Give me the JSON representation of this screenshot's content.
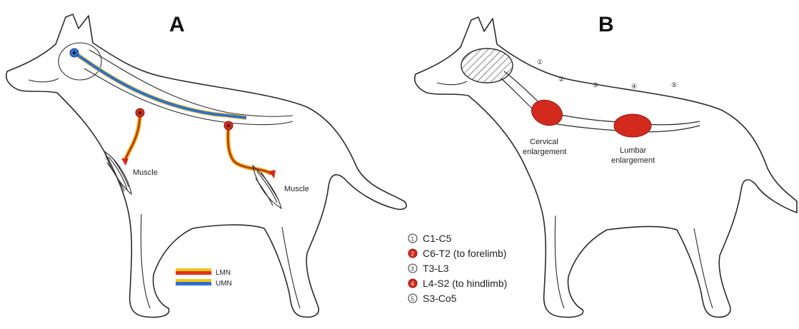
{
  "panels": {
    "a": {
      "letter": "A",
      "muscle_label_fore": "Muscle",
      "muscle_label_hind": "Muscle",
      "legend": [
        {
          "label": "LMN",
          "color_top": "#f6c21a",
          "color_bottom": "#e0321f"
        },
        {
          "label": "UMN",
          "color_top": "#f6c21a",
          "color_bottom": "#2f6fd0"
        }
      ]
    },
    "b": {
      "letter": "B",
      "segment_numbers": [
        "①",
        "②",
        "③",
        "④",
        "⑤"
      ],
      "cervical_label": [
        "Cervical",
        "enlargement"
      ],
      "lumbar_label": [
        "Lumbar",
        "enlargement"
      ],
      "legend": [
        {
          "num": "①",
          "text": "C1-C5",
          "filled": false
        },
        {
          "num": "②",
          "text": "C6-T2 (to forelimb)",
          "filled": true
        },
        {
          "num": "③",
          "text": "T3-L3",
          "filled": false
        },
        {
          "num": "④",
          "text": "L4-S2 (to hindlimb)",
          "filled": true
        },
        {
          "num": "⑤",
          "text": "S3-Co5",
          "filled": false
        }
      ]
    }
  },
  "colors": {
    "lmn_red": "#d42a1e",
    "umn_blue": "#2f6fd0",
    "yellow": "#f6c21a",
    "enlargement_red": "#d42a1e"
  }
}
